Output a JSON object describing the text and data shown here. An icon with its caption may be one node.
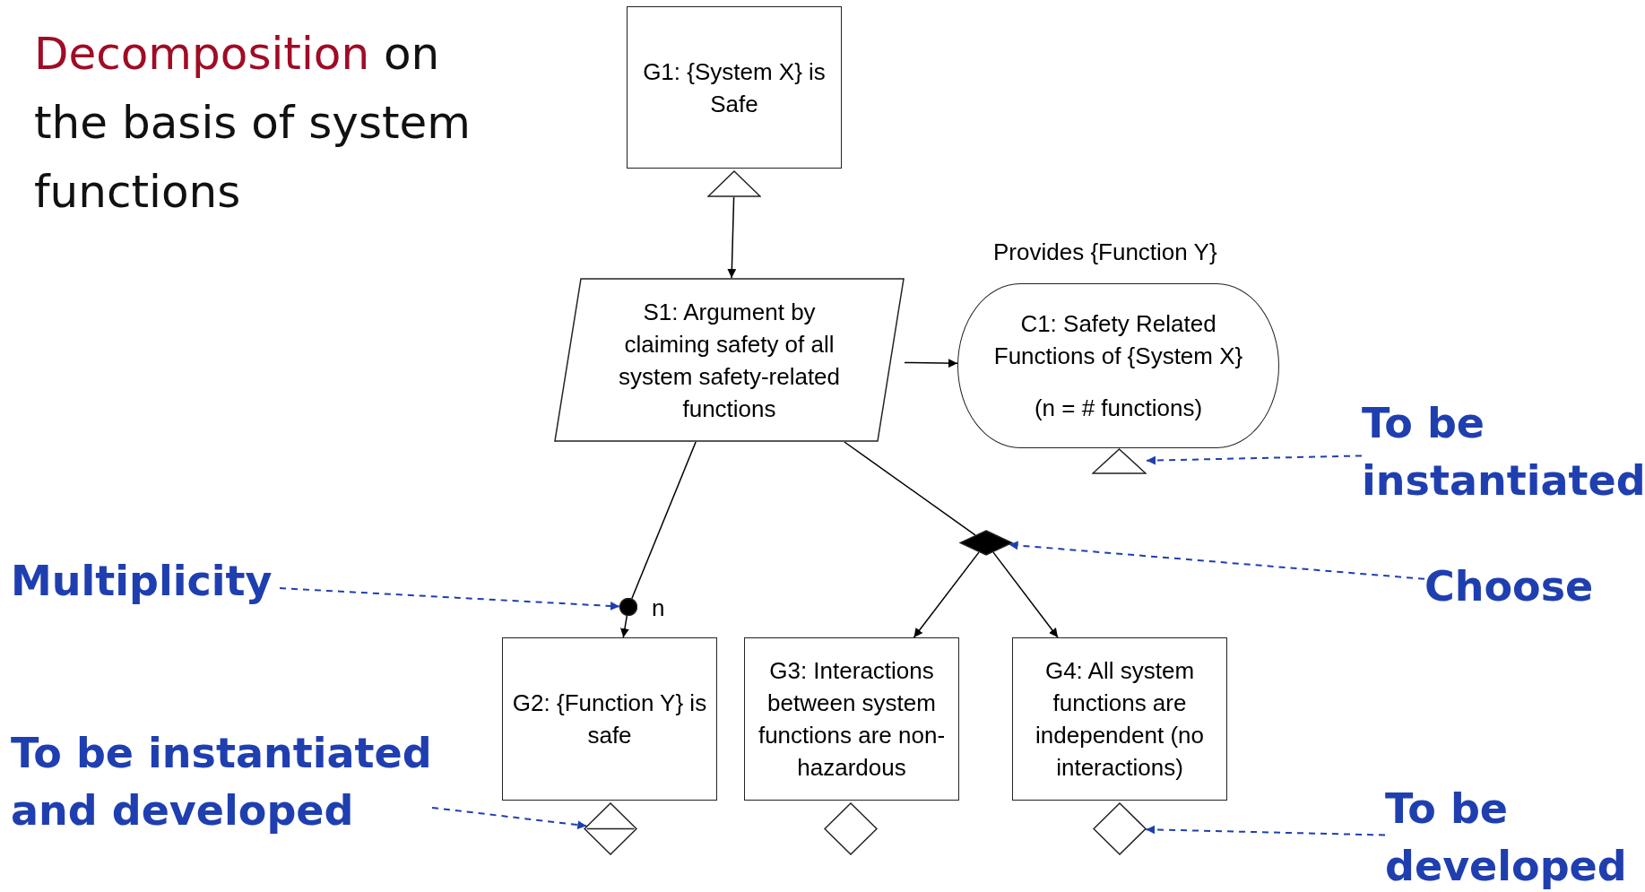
{
  "diagram": {
    "title": "Decomposition on the basis of system functions",
    "nodes": [
      {
        "text": [
          "G1: {System X} is Safe"
        ]
      },
      {
        "text": [],
        "shape": "triangle"
      },
      {
        "text": [
          "S1: Argument by claiming safety of all system safety-related functions"
        ]
      },
      {
        "text": [
          "C1: Safety Related Functions of {System X}",
          "(n = # functions)"
        ],
        "beside": [
          "Provides {Function Y}"
        ]
      },
      {
        "text": [],
        "shape": "triangle"
      },
      {
        "text": [],
        "shape": "diamond"
      },
      {
        "text": [],
        "shape": "circle",
        "beside": [
          "n"
        ]
      },
      {
        "text": [
          "G2: {Function Y} is safe"
        ]
      },
      {
        "text": [
          "G3: Interactions between system functions are non-hazardous"
        ]
      },
      {
        "text": [
          "G4: All system functions are independent (no interactions)"
        ]
      },
      {
        "text": [],
        "shape": "diamond"
      },
      {
        "text": [],
        "shape": "diamond"
      },
      {
        "text": [],
        "shape": "diamond"
      },
      {
        "text": [
          "To be instantiated"
        ]
      },
      {
        "text": [
          "Choose"
        ]
      },
      {
        "text": [
          "Multiplicity"
        ]
      },
      {
        "text": [
          "To be instantiated and developed"
        ]
      },
      {
        "text": [
          "To be developed"
        ]
      }
    ],
    "edges": [
      {
        "from": 1,
        "to": 2,
        "arrow": "to"
      },
      {
        "from": 2,
        "to": 3,
        "arrow": "to"
      },
      {
        "from": 2,
        "to": 6,
        "arrow": "none"
      },
      {
        "from": 6,
        "to": 7,
        "arrow": "to"
      },
      {
        "from": 2,
        "to": 5,
        "arrow": "none"
      },
      {
        "from": 5,
        "to": 8,
        "arrow": "to"
      },
      {
        "from": 5,
        "to": 9,
        "arrow": "to"
      },
      {
        "from": 13,
        "to": 4,
        "arrow": "to",
        "style": "dashed",
        "color": "#1f3fb0"
      },
      {
        "from": 14,
        "to": 5,
        "arrow": "to",
        "style": "dashed",
        "color": "#1f3fb0"
      },
      {
        "from": 15,
        "to": 6,
        "arrow": "to",
        "style": "dashed",
        "color": "#1f3fb0"
      },
      {
        "from": 16,
        "to": 10,
        "arrow": "to",
        "style": "dashed",
        "color": "#1f3fb0"
      },
      {
        "from": 17,
        "to": 12,
        "arrow": "to",
        "style": "dashed",
        "color": "#1f3fb0"
      }
    ]
  }
}
